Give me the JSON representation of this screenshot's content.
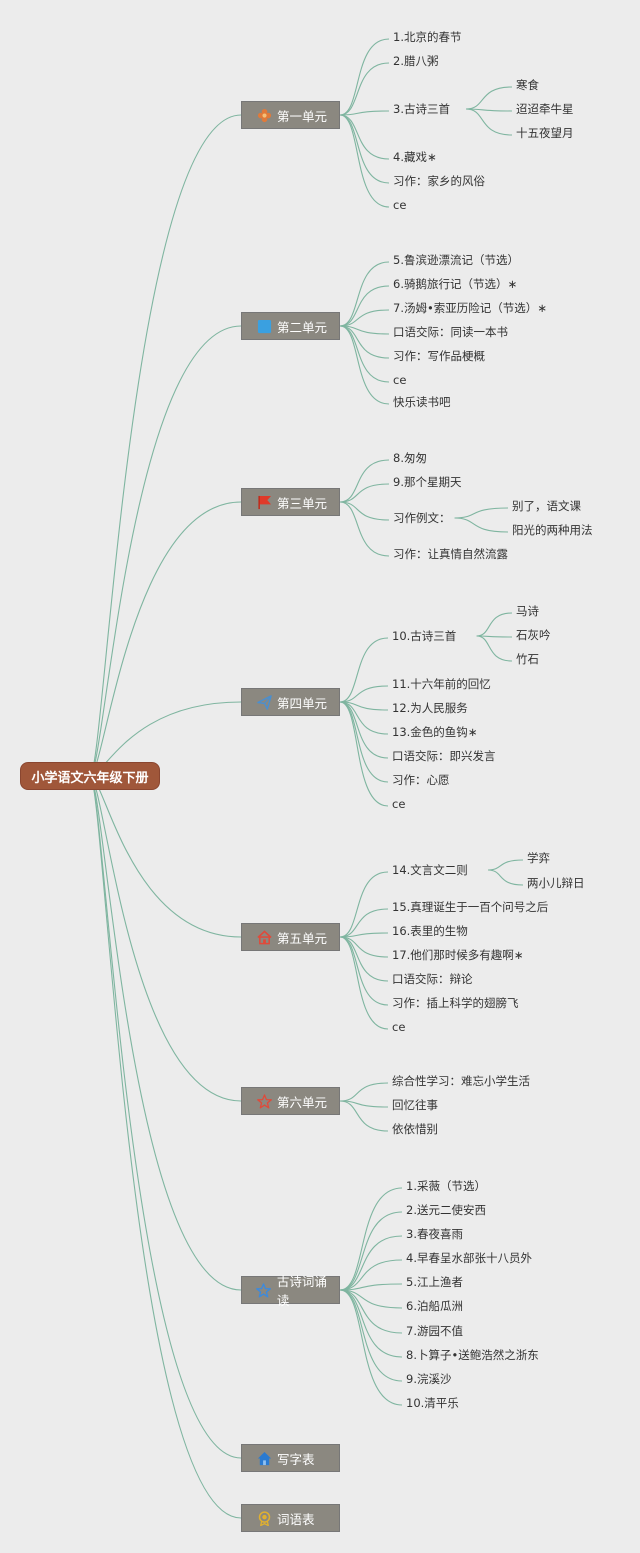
{
  "root": {
    "label": "小学语文六年级下册"
  },
  "units": [
    {
      "label": "第一单元",
      "icon": "flower-icon",
      "color": "#e07a3a",
      "items": [
        {
          "label": "1.北京的春节"
        },
        {
          "label": "2.腊八粥"
        },
        {
          "label": "3.古诗三首",
          "children": [
            "寒食",
            "迢迢牵牛星",
            "十五夜望月"
          ]
        },
        {
          "label": "4.藏戏∗"
        },
        {
          "label": "习作：家乡的风俗"
        },
        {
          "label": "ce"
        }
      ]
    },
    {
      "label": "第二单元",
      "icon": "flag-square-icon",
      "color": "#3aa0e0",
      "items": [
        {
          "label": "5.鲁滨逊漂流记（节选）"
        },
        {
          "label": "6.骑鹅旅行记（节选）∗"
        },
        {
          "label": "7.汤姆•索亚历险记（节选）∗"
        },
        {
          "label": "口语交际：同读一本书"
        },
        {
          "label": "习作：写作品梗概"
        },
        {
          "label": "ce"
        },
        {
          "label": "快乐读书吧"
        }
      ]
    },
    {
      "label": "第三单元",
      "icon": "red-flag-icon",
      "color": "#e03a2a",
      "items": [
        {
          "label": "8.匆匆"
        },
        {
          "label": "9.那个星期天"
        },
        {
          "label": "习作例文：",
          "children": [
            "别了，语文课",
            "阳光的两种用法"
          ]
        },
        {
          "label": "习作：让真情自然流露"
        }
      ]
    },
    {
      "label": "第四单元",
      "icon": "paper-plane-icon",
      "color": "#4a8fd0",
      "items": [
        {
          "label": "10.古诗三首",
          "children": [
            "马诗",
            "石灰吟",
            "竹石"
          ]
        },
        {
          "label": "11.十六年前的回忆"
        },
        {
          "label": "12.为人民服务"
        },
        {
          "label": "13.金色的鱼钩∗"
        },
        {
          "label": "口语交际：即兴发言"
        },
        {
          "label": "习作：心愿"
        },
        {
          "label": "ce"
        }
      ]
    },
    {
      "label": "第五单元",
      "icon": "house-icon",
      "color": "#e04a3a",
      "items": [
        {
          "label": "14.文言文二则",
          "children": [
            "学弈",
            "两小儿辩日"
          ]
        },
        {
          "label": "15.真理诞生于一百个问号之后"
        },
        {
          "label": "16.表里的生物"
        },
        {
          "label": "17.他们那时候多有趣啊∗"
        },
        {
          "label": "口语交际：辩论"
        },
        {
          "label": "习作：插上科学的翅膀飞"
        },
        {
          "label": "ce"
        }
      ]
    },
    {
      "label": "第六单元",
      "icon": "star-outline-red-icon",
      "color": "#e04a3a",
      "items": [
        {
          "label": "综合性学习：难忘小学生活"
        },
        {
          "label": "回忆往事"
        },
        {
          "label": "依依惜别"
        }
      ]
    },
    {
      "label": "古诗词诵读",
      "icon": "star-outline-blue-icon",
      "color": "#3a8ae0",
      "items": [
        {
          "label": "1.采薇（节选）"
        },
        {
          "label": "2.送元二使安西"
        },
        {
          "label": "3.春夜喜雨"
        },
        {
          "label": "4.早春呈水部张十八员外"
        },
        {
          "label": "5.江上渔者"
        },
        {
          "label": "6.泊船瓜洲"
        },
        {
          "label": "7.游园不值"
        },
        {
          "label": "8.卜算子•送鲍浩然之浙东"
        },
        {
          "label": "9.浣溪沙"
        },
        {
          "label": "10.清平乐"
        }
      ]
    },
    {
      "label": "写字表",
      "icon": "house-blue-icon",
      "color": "#2a7ad0",
      "items": []
    },
    {
      "label": "词语表",
      "icon": "medal-icon",
      "color": "#e0b030",
      "items": []
    }
  ]
}
